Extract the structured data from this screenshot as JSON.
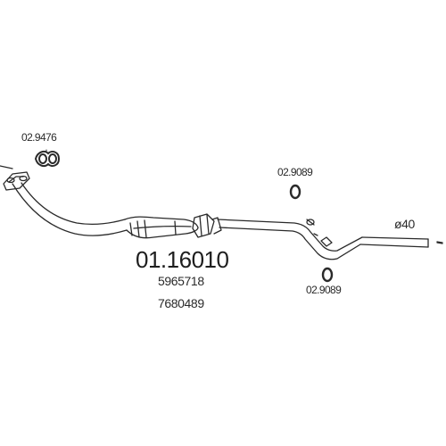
{
  "diagram": {
    "main_part_number": "01.16010",
    "oe_numbers": [
      "5965718",
      "7680489"
    ],
    "diameter_label": "ø40",
    "parts": [
      {
        "part_number": "02.9476",
        "icon": "gasket-icon"
      },
      {
        "part_number": "02.9089",
        "icon": "rubber-ring-icon"
      },
      {
        "part_number": "02.9089",
        "icon": "rubber-ring-icon"
      }
    ],
    "colors": {
      "line": "#2a2a2a",
      "background": "#ffffff"
    }
  }
}
